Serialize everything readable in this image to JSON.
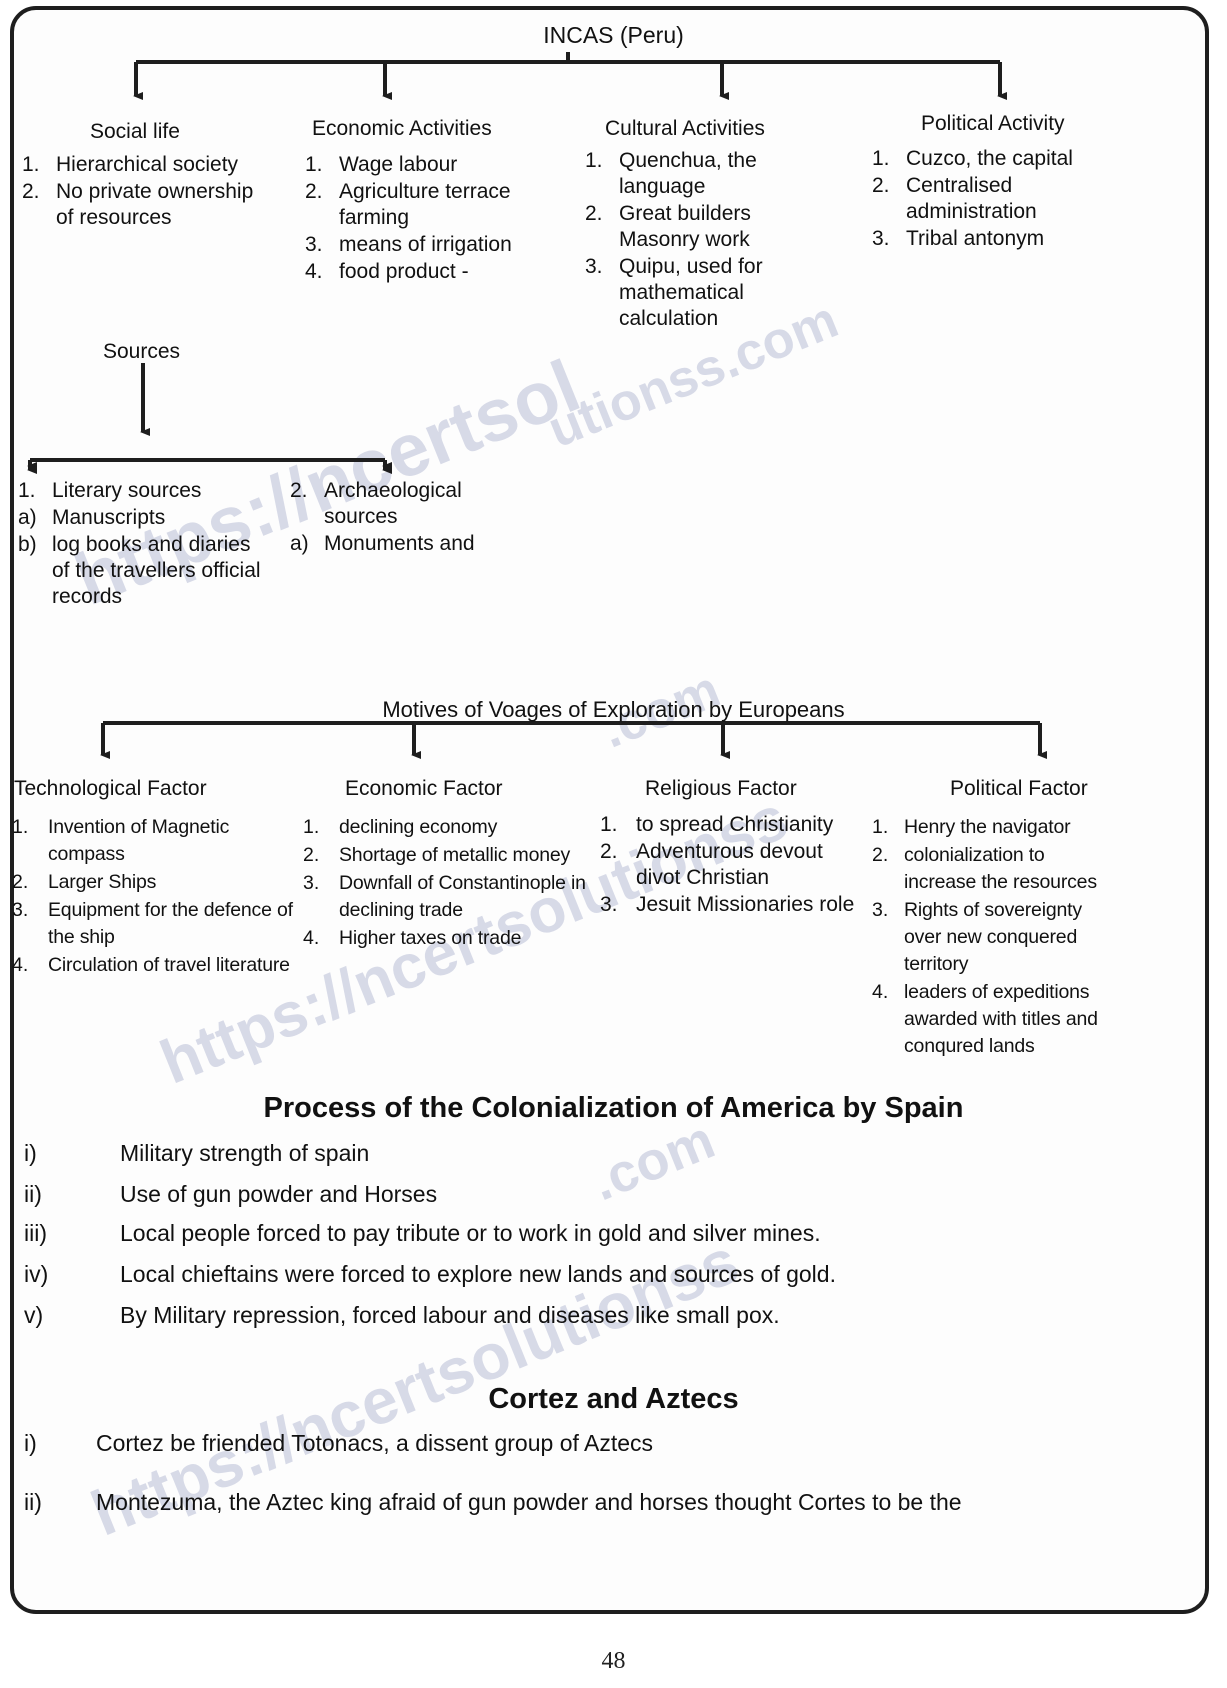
{
  "page": {
    "number": "48"
  },
  "watermark": {
    "text_a": "https://ncertsolutionss.com",
    "part1": "https://ncertsol",
    "part2": "utionss.com",
    "part3": "https://ncertsolutionss",
    "part4": ".com",
    "part5": "https://ncertsolutionss",
    "part6": ".com"
  },
  "incas": {
    "title": "INCAS (Peru)",
    "branches": [
      {
        "title": "Social life",
        "items": [
          {
            "marker": "1.",
            "text": "Hierarchical society"
          },
          {
            "marker": "2.",
            "text": "No private ownership of resources"
          }
        ]
      },
      {
        "title": "Economic Activities",
        "items": [
          {
            "marker": "1.",
            "text": "Wage labour"
          },
          {
            "marker": "2.",
            "text": "Agriculture terrace farming"
          },
          {
            "marker": "3.",
            "text": "means of irrigation"
          },
          {
            "marker": "4.",
            "text": "food product -"
          }
        ]
      },
      {
        "title": "Cultural Activities",
        "items": [
          {
            "marker": "1.",
            "text": "Quenchua, the language"
          },
          {
            "marker": "2.",
            "text": "Great builders Masonry work"
          },
          {
            "marker": "3.",
            "text": "Quipu, used for mathematical calculation"
          }
        ]
      },
      {
        "title": "Political Activity",
        "items": [
          {
            "marker": "1.",
            "text": "Cuzco, the capital"
          },
          {
            "marker": "2.",
            "text": "Centralised administration"
          },
          {
            "marker": "3.",
            "text": "Tribal antonym"
          }
        ]
      }
    ]
  },
  "sources": {
    "title": "Sources",
    "branches": [
      {
        "items": [
          {
            "marker": "1.",
            "text": "Literary sources"
          },
          {
            "marker": "a)",
            "text": "Manuscripts"
          },
          {
            "marker": "b)",
            "text": "log books and diaries of the travellers official records"
          }
        ]
      },
      {
        "items": [
          {
            "marker": "2.",
            "text": "Archaeological sources"
          },
          {
            "marker": "a)",
            "text": "Monuments and"
          }
        ]
      }
    ]
  },
  "motives": {
    "title": "Motives of Voages of Exploration by Europeans",
    "branches": [
      {
        "title": "Technological  Factor",
        "items": [
          {
            "marker": "1.",
            "text": "Invention of Magnetic compass"
          },
          {
            "marker": "2.",
            "text": "Larger Ships"
          },
          {
            "marker": "3.",
            "text": "Equipment for the defence of the ship"
          },
          {
            "marker": "4.",
            "text": "Circulation  of  travel literature"
          }
        ]
      },
      {
        "title": "Economic  Factor",
        "items": [
          {
            "marker": "1.",
            "text": "declining economy"
          },
          {
            "marker": "2.",
            "text": "Shortage of metallic money"
          },
          {
            "marker": "3.",
            "text": "Downfall of Constantinople in declining trade"
          },
          {
            "marker": "4.",
            "text": "Higher taxes on trade"
          }
        ]
      },
      {
        "title": "Religious  Factor",
        "items": [
          {
            "marker": "1.",
            "text": "to spread Christianity"
          },
          {
            "marker": "2.",
            "text": "Adventurous  devout divot Christian"
          },
          {
            "marker": "3.",
            "text": "Jesuit  Missionaries role"
          }
        ]
      },
      {
        "title": "Political  Factor",
        "items": [
          {
            "marker": "1.",
            "text": "Henry the navigator"
          },
          {
            "marker": "2.",
            "text": "colonialization to increase the resources"
          },
          {
            "marker": "3.",
            "text": "Rights of sovereignty over new conquered territory"
          },
          {
            "marker": "4.",
            "text": "leaders of expeditions awarded with titles and conqured lands"
          }
        ]
      }
    ]
  },
  "colonialization": {
    "heading": "Process of the Colonialization of America by Spain",
    "items": [
      {
        "marker": "i)",
        "text": "Military strength of spain"
      },
      {
        "marker": "ii)",
        "text": "Use of gun powder and Horses"
      },
      {
        "marker": "iii)",
        "text": "Local people forced to pay tribute or to work in gold and silver mines."
      },
      {
        "marker": "iv)",
        "text": "Local chieftains  were forced to explore new lands and sources of gold."
      },
      {
        "marker": "v)",
        "text": "By Military repression, forced labour and diseases like small pox."
      }
    ]
  },
  "cortez": {
    "heading": "Cortez and Aztecs",
    "items": [
      {
        "marker": "i)",
        "text": "Cortez be friended Totonacs, a dissent group of Aztecs"
      },
      {
        "marker": "ii)",
        "text": "Montezuma, the Aztec king afraid of gun powder and horses thought Cortes to be the"
      }
    ]
  }
}
